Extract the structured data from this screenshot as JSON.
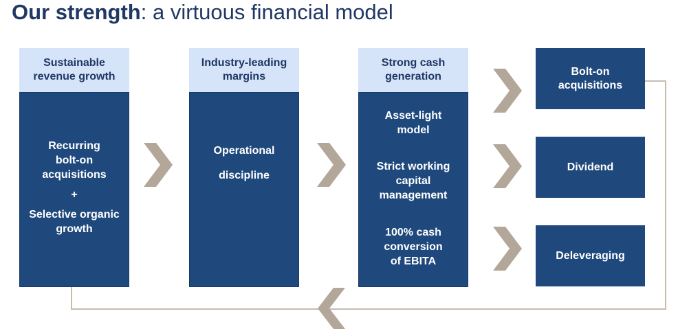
{
  "title": {
    "bold": "Our strength",
    "rest": ": a virtuous financial model"
  },
  "columns": [
    {
      "header": [
        "Sustainable",
        "revenue growth"
      ],
      "body": [
        "Recurring",
        "bolt-on",
        "acquisitions",
        "+",
        "Selective organic",
        "growth"
      ]
    },
    {
      "header": [
        "Industry-leading",
        "margins"
      ],
      "body": [
        "Operational",
        "discipline"
      ]
    },
    {
      "header": [
        "Strong cash",
        "generation"
      ],
      "body": [
        "Asset-light",
        "model",
        "Strict working",
        "capital",
        "management",
        "100% cash",
        "conversion",
        "of EBITA"
      ]
    }
  ],
  "outcomes": [
    {
      "lines": [
        "Bolt-on",
        "acquisitions"
      ]
    },
    {
      "lines": [
        "Dividend"
      ]
    },
    {
      "lines": [
        "Deleveraging"
      ]
    }
  ],
  "colors": {
    "header_bg": "#d6e4fa",
    "body_bg": "#1f497d",
    "title": "#1f3864",
    "chevron": "#b3a79a",
    "loop_line": "#c8bcb0"
  }
}
